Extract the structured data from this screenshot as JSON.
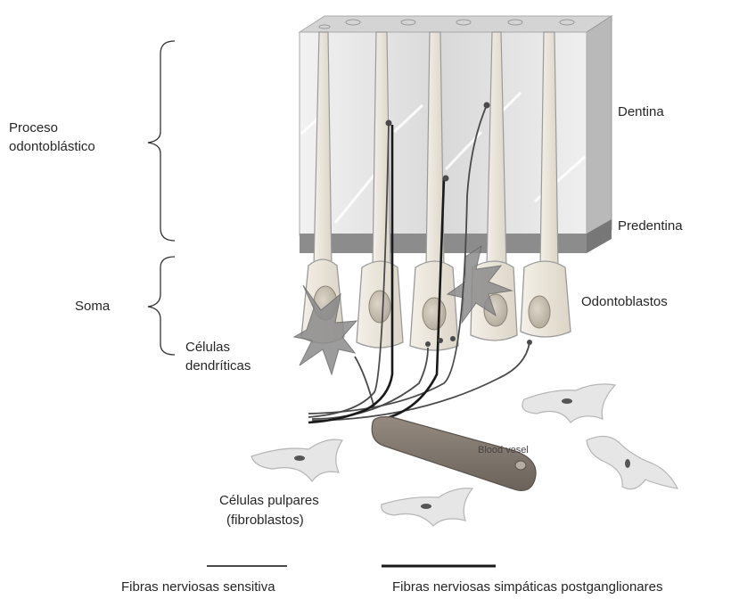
{
  "labels": {
    "proceso_line1": "Proceso",
    "proceso_line2": "odontoblástico",
    "soma": "Soma",
    "dentina": "Dentina",
    "predentina": "Predentina",
    "odontoblastos": "Odontoblastos",
    "celulas_line1": "Células",
    "celulas_line2": "dendríticas",
    "blood_vessel": "Blood vesel",
    "pulpares_line1": "Células pulpares",
    "pulpares_line2": "(fibroblastos)",
    "legend_sensitiva": "Fibras nerviosas sensitiva",
    "legend_simpaticas": "Fibras nerviosas simpáticas postganglionares"
  },
  "colors": {
    "dentin_face": "#e4e4e4",
    "dentin_top": "#d6d6d6",
    "dentin_side": "#bdbdbd",
    "predentin": "#8c8c8c",
    "cell_fill": "#ece7dd",
    "cell_stroke": "#9a9a9a",
    "nucleus": "#c9c2b3",
    "dendritic": "#8b8b8b",
    "nerve_sensitive": "#555555",
    "nerve_sympathetic": "#1a1a1a",
    "vessel": "#7a6f66"
  }
}
